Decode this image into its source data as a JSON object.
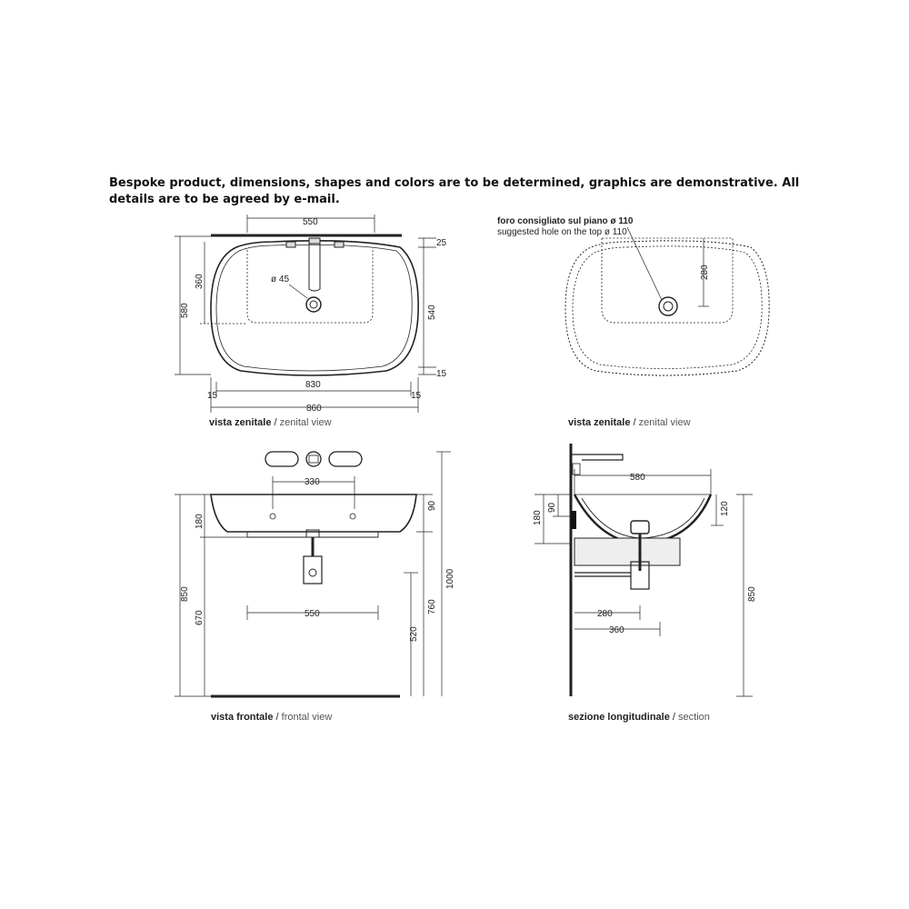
{
  "notice": "Bespoke product, dimensions, shapes and colors are to be determined, graphics are demonstrative. All details are to be agreed by e-mail.",
  "views": {
    "top_left": {
      "caption_it": "vista zenitale",
      "caption_sep": " / ",
      "caption_en": "zenital view",
      "dims": {
        "d550": "550",
        "d25": "25",
        "d360": "360",
        "d580": "580",
        "d45": "ø 45",
        "d540": "540",
        "d15r": "15",
        "d830": "830",
        "d15a": "15",
        "d15b": "15",
        "d860": "860"
      }
    },
    "top_right": {
      "caption_it": "vista zenitale",
      "caption_sep": " / ",
      "caption_en": "zenital view",
      "note_it": "foro consigliato sul piano ø 110",
      "note_en": "suggested hole on the top ø 110",
      "dims": {
        "d280": "280"
      }
    },
    "front": {
      "caption_it": "vista frontale",
      "caption_sep": " / ",
      "caption_en": "frontal view",
      "dims": {
        "d330": "330",
        "d90": "90",
        "d180": "180",
        "d1000": "1000",
        "d850": "850",
        "d670": "670",
        "d760": "760",
        "d550": "550",
        "d520": "520"
      }
    },
    "section": {
      "caption_it": "sezione longitudinale",
      "caption_sep": " / ",
      "caption_en": "section",
      "dims": {
        "d580": "580",
        "d90": "90",
        "d120": "120",
        "d180": "180",
        "d850": "850",
        "d280": "280",
        "d360": "360"
      }
    }
  }
}
